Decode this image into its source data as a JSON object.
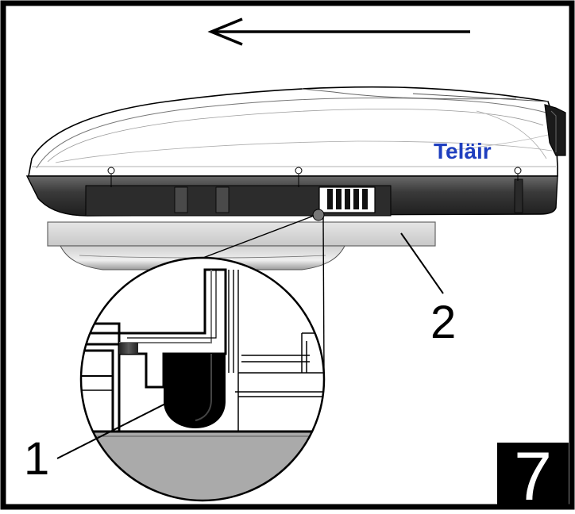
{
  "diagram": {
    "brand_label": "Telair",
    "brand_label_display": "Telӓir",
    "callouts": [
      {
        "id": "1",
        "label": "1"
      },
      {
        "id": "2",
        "label": "2"
      }
    ],
    "step_badge": "7",
    "colors": {
      "frame": "#000000",
      "background": "#ffffff",
      "brand": "#1f3fbf",
      "housing_dark": "#3a3a3a",
      "plate": "#d6d6d6",
      "badge_bg": "#000000",
      "badge_fg": "#ffffff"
    },
    "icons": {
      "direction": "arrow-left-icon"
    }
  }
}
